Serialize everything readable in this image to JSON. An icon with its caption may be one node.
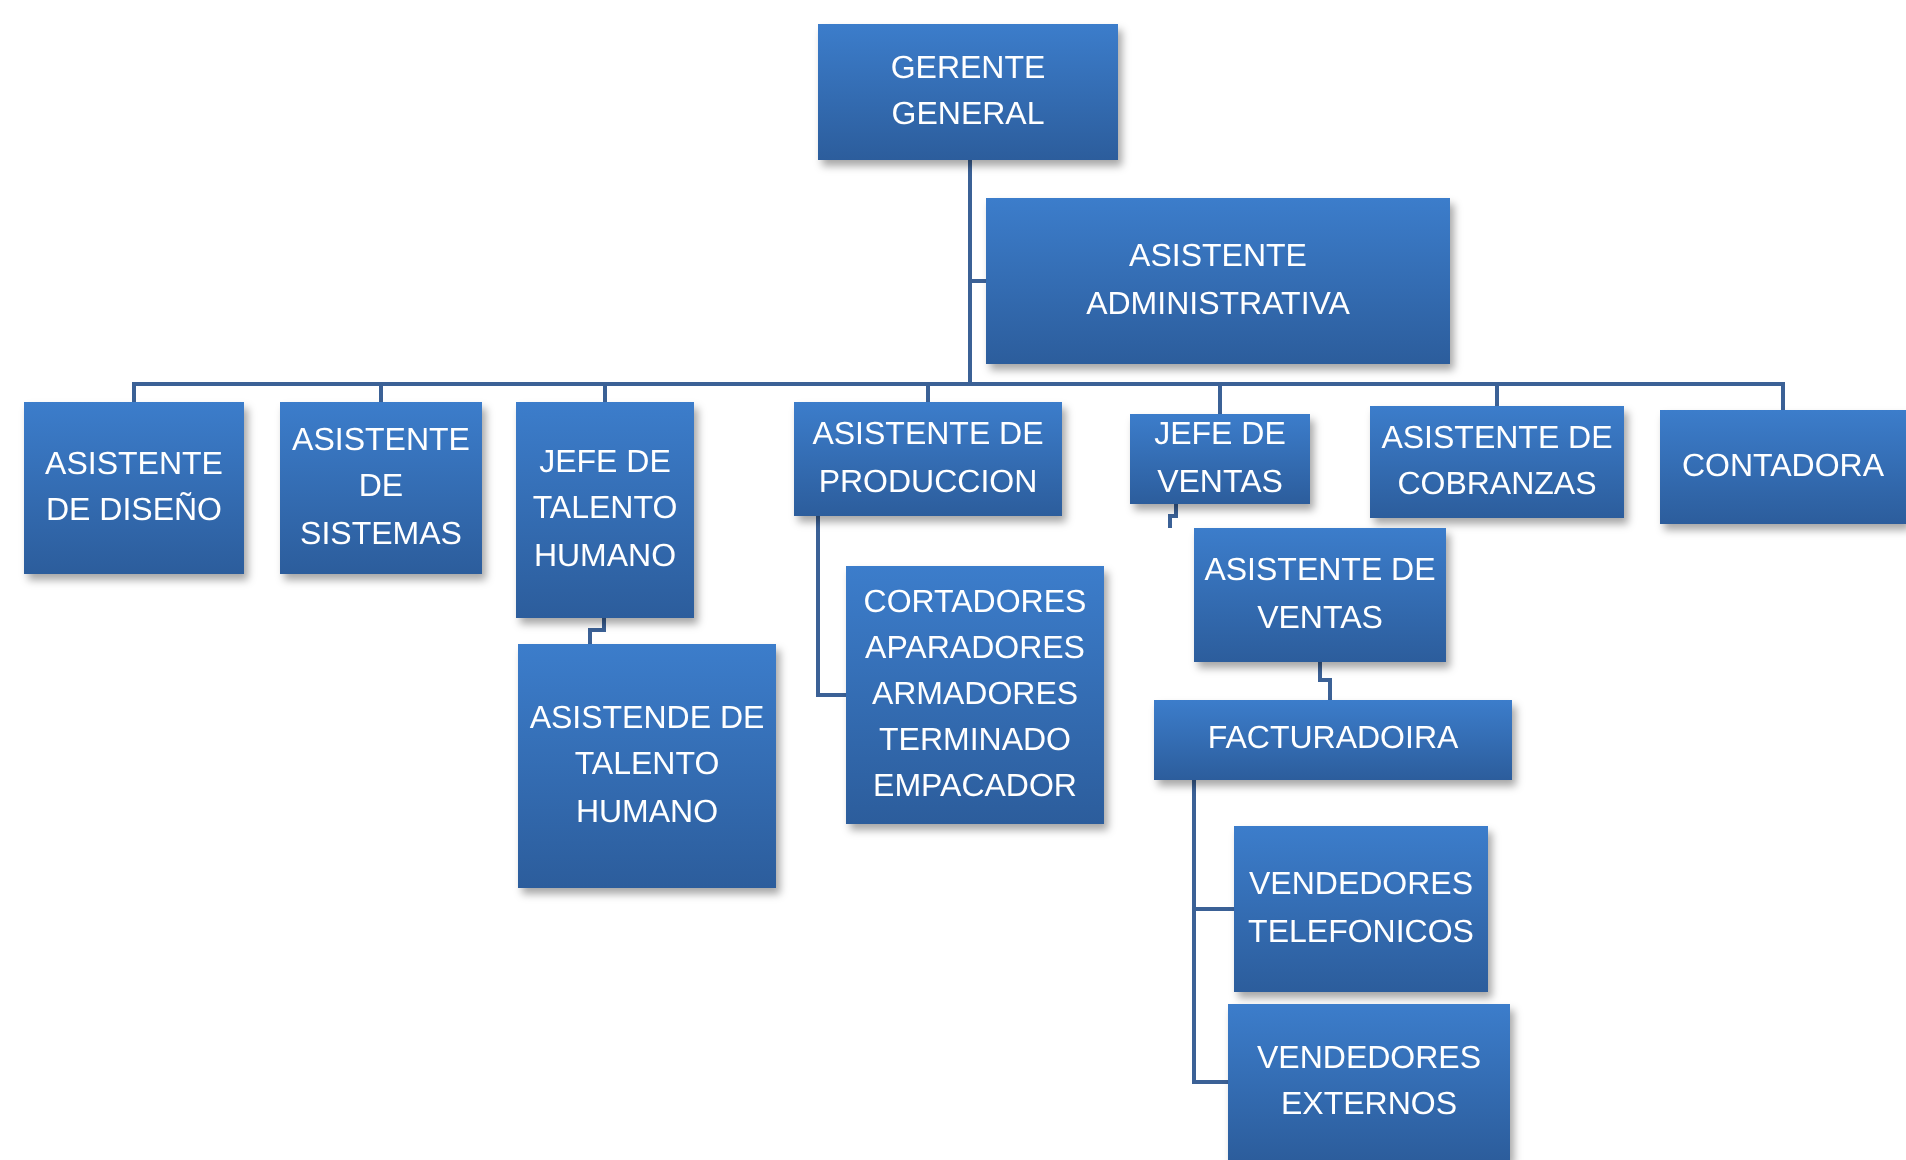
{
  "diagram": {
    "nodes": [
      {
        "text": [
          "GERENTE GENERAL"
        ]
      },
      {
        "text": [
          "ASISTENTE ADMINISTRATIVA"
        ]
      },
      {
        "text": [
          "ASISTENTE DE DISEÑO"
        ]
      },
      {
        "text": [
          "ASISTENTE DE SISTEMAS"
        ]
      },
      {
        "text": [
          "JEFE DE TALENTO HUMANO"
        ]
      },
      {
        "text": [
          "ASISTENDE DE TALENTO HUMANO"
        ]
      },
      {
        "text": [
          "ASISTENTE DE PRODUCCION"
        ]
      },
      {
        "text": [
          "CORTADORES APARADORES ARMADORES TERMINADO EMPACADOR"
        ]
      },
      {
        "text": [
          "JEFE DE VENTAS"
        ]
      },
      {
        "text": [
          "ASISTENTE DE COBRANZAS"
        ]
      },
      {
        "text": [
          "CONTADORA"
        ]
      },
      {
        "text": [
          "ASISTENTE DE VENTAS"
        ]
      },
      {
        "text": [
          "FACTURADOIRA"
        ]
      },
      {
        "text": [
          "VENDEDORES TELEFONICOS"
        ]
      },
      {
        "text": [
          "VENDEDORES EXTERNOS"
        ]
      }
    ],
    "edges": [
      {
        "from": 0,
        "to": 1,
        "arrow": "none"
      },
      {
        "from": 0,
        "to": 2,
        "arrow": "none"
      },
      {
        "from": 0,
        "to": 3,
        "arrow": "none"
      },
      {
        "from": 0,
        "to": 4,
        "arrow": "none"
      },
      {
        "from": 0,
        "to": 6,
        "arrow": "none"
      },
      {
        "from": 0,
        "to": 8,
        "arrow": "none"
      },
      {
        "from": 0,
        "to": 9,
        "arrow": "none"
      },
      {
        "from": 0,
        "to": 10,
        "arrow": "none"
      },
      {
        "from": 4,
        "to": 5,
        "arrow": "none"
      },
      {
        "from": 6,
        "to": 7,
        "arrow": "none"
      },
      {
        "from": 8,
        "to": 11,
        "arrow": "none"
      },
      {
        "from": 11,
        "to": 12,
        "arrow": "none"
      },
      {
        "from": 12,
        "to": 13,
        "arrow": "none"
      },
      {
        "from": 12,
        "to": 14,
        "arrow": "none"
      }
    ]
  }
}
